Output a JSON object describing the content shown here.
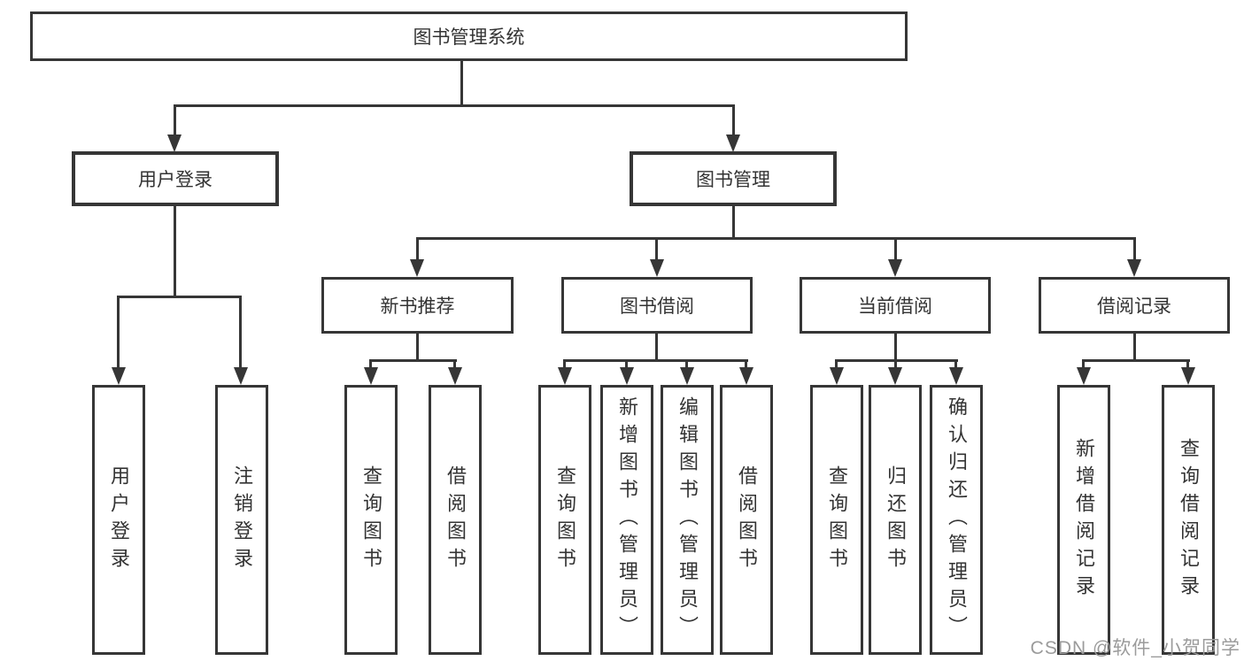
{
  "colors": {
    "line": "#363636",
    "text": "#333333",
    "watermark": "#9b9b9b",
    "background": "#ffffff"
  },
  "tree": {
    "root": {
      "label": "图书管理系统"
    },
    "branches": [
      {
        "label": "用户登录",
        "children": [
          {
            "label": "用户登录"
          },
          {
            "label": "注销登录"
          }
        ]
      },
      {
        "label": "图书管理",
        "children": [
          {
            "label": "新书推荐",
            "children": [
              {
                "label": "查询图书"
              },
              {
                "label": "借阅图书"
              }
            ]
          },
          {
            "label": "图书借阅",
            "children": [
              {
                "label": "查询图书"
              },
              {
                "label": "新增图书（管理员）"
              },
              {
                "label": "编辑图书（管理员）"
              },
              {
                "label": "借阅图书"
              }
            ]
          },
          {
            "label": "当前借阅",
            "children": [
              {
                "label": "查询图书"
              },
              {
                "label": "归还图书"
              },
              {
                "label": "确认归还（管理员）"
              }
            ]
          },
          {
            "label": "借阅记录",
            "children": [
              {
                "label": "新增借阅记录"
              },
              {
                "label": "查询借阅记录"
              }
            ]
          }
        ]
      }
    ]
  },
  "watermark": {
    "text": "CSDN @软件_小贺同学"
  }
}
